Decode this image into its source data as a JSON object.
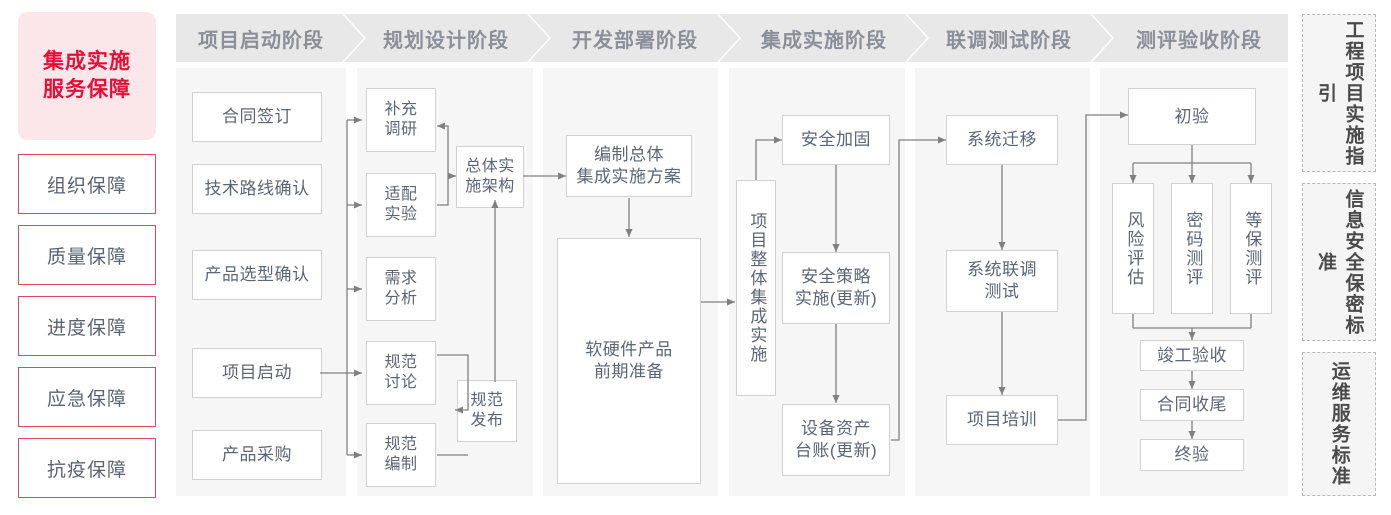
{
  "guarantee": {
    "title": "集成实施\n服务保障",
    "title_color": "#E3103A",
    "title_bg": "#FBE6E9",
    "items": [
      {
        "label": "组织保障"
      },
      {
        "label": "质量保障"
      },
      {
        "label": "进度保障"
      },
      {
        "label": "应急保障"
      },
      {
        "label": "抗疫保障"
      }
    ]
  },
  "phases": [
    {
      "id": "p1",
      "header": "项目启动阶段"
    },
    {
      "id": "p2",
      "header": "规划设计阶段"
    },
    {
      "id": "p3",
      "header": "开发部署阶段"
    },
    {
      "id": "p4",
      "header": "集成实施阶段"
    },
    {
      "id": "p5",
      "header": "联调测试阶段"
    },
    {
      "id": "p6",
      "header": "测评验收阶段"
    }
  ],
  "nodes": {
    "n1_1": "合同签订",
    "n1_2": "技术路线确认",
    "n1_3": "产品选型确认",
    "n1_4": "项目启动",
    "n1_5": "产品采购",
    "n2_1": "补充\n调研",
    "n2_2": "适配\n实验",
    "n2_3": "需求\n分析",
    "n2_4": "规范\n讨论",
    "n2_5": "规范\n编制",
    "n2_6": "总体实\n施架构",
    "n2_7": "规范\n发布",
    "n3_1": "编制总体\n集成实施方案",
    "n3_2": "软硬件产品\n前期准备",
    "n4_0": "项目整体集成实施",
    "n4_1": "安全加固",
    "n4_2": "安全策略\n实施(更新)",
    "n4_3": "设备资产\n台账(更新)",
    "n5_1": "系统迁移",
    "n5_2": "系统联调\n测试",
    "n5_3": "项目培训",
    "n6_1": "初验",
    "n6_2": "风险评估",
    "n6_3": "密码测评",
    "n6_4": "等保测评",
    "n6_5": "竣工验收",
    "n6_6": "合同收尾",
    "n6_7": "终验"
  },
  "standards": [
    {
      "label": "工程项目实施指引"
    },
    {
      "label": "信息安全保密标准"
    },
    {
      "label": "运维服务标准"
    }
  ],
  "colors": {
    "node_border": "#D2D2D2",
    "node_text": "#5C6675",
    "header_bg": "#E8E8E8",
    "header_text": "#8A8F98",
    "panel_bg": "#F6F6F6",
    "wire": "#808080",
    "accent_red": "#E3103A"
  }
}
